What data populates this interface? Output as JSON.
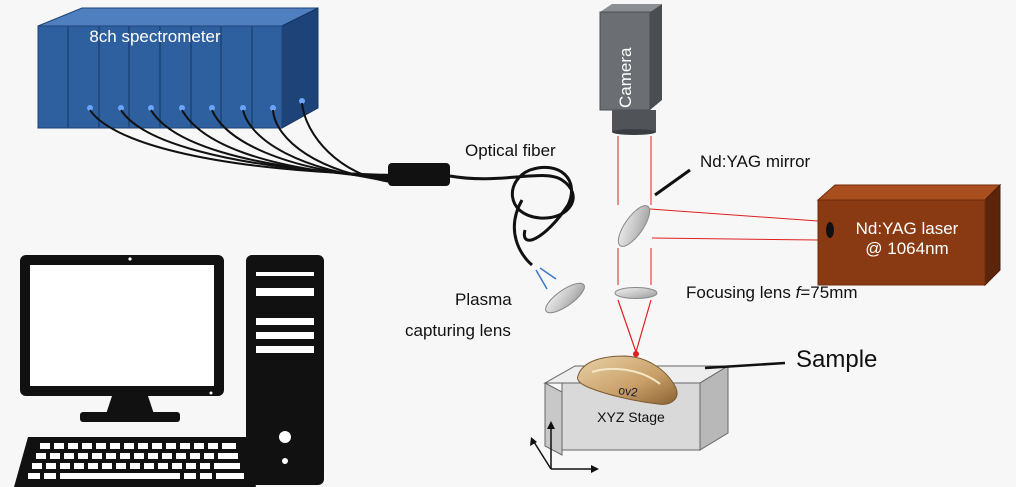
{
  "labels": {
    "spectrometer": "8ch spectrometer",
    "camera": "Camera",
    "optical_fiber": "Optical fiber",
    "mirror": "Nd:YAG mirror",
    "laser_line1": "Nd:YAG laser",
    "laser_line2": "@ 1064nm",
    "plasma_line1": "Plasma",
    "plasma_line2": "capturing lens",
    "focusing_prefix": "Focusing lens ",
    "focusing_f": "f",
    "focusing_suffix": "=75mm",
    "sample": "Sample",
    "stage": "XYZ Stage",
    "sample_mark": "ov2"
  },
  "colors": {
    "spectrometer_front": "#2e5f9e",
    "spectrometer_top": "#4f7fbf",
    "spectrometer_side": "#1d4378",
    "camera_body": "#6b6e72",
    "laser_body": "#8a3a12",
    "laser_beam": "#e02020",
    "fiber": "#111111",
    "stage": "#d9d9d9"
  },
  "icons": [
    "spectrometer-icon",
    "camera-icon",
    "laser-icon",
    "computer-monitor-icon",
    "computer-tower-icon",
    "keyboard-icon",
    "xyz-axes-icon"
  ]
}
